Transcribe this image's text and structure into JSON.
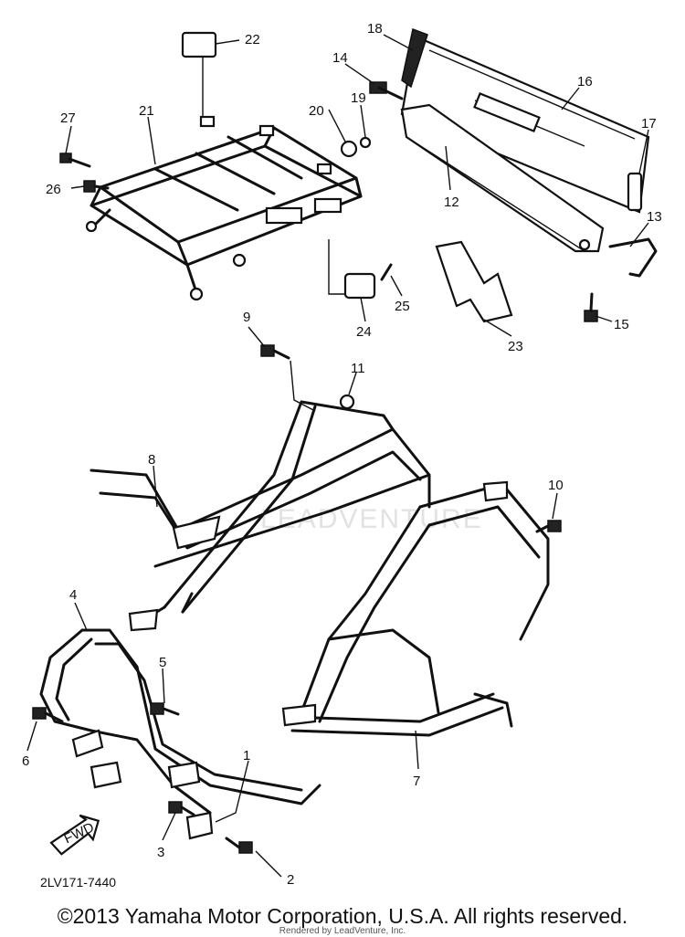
{
  "watermark": "LEADVENTURE",
  "fwd_label": "FWD",
  "diagram_code": "2LV171-7440",
  "copyright": "©2013 Yamaha Motor Corporation, U.S.A. All rights reserved.",
  "rendered_by": "Rendered by LeadVenture, Inc.",
  "callouts": [
    "1",
    "2",
    "3",
    "4",
    "5",
    "6",
    "7",
    "8",
    "9",
    "10",
    "11",
    "12",
    "13",
    "14",
    "15",
    "16",
    "17",
    "18",
    "19",
    "20",
    "21",
    "22",
    "23",
    "24",
    "25",
    "26",
    "27"
  ]
}
